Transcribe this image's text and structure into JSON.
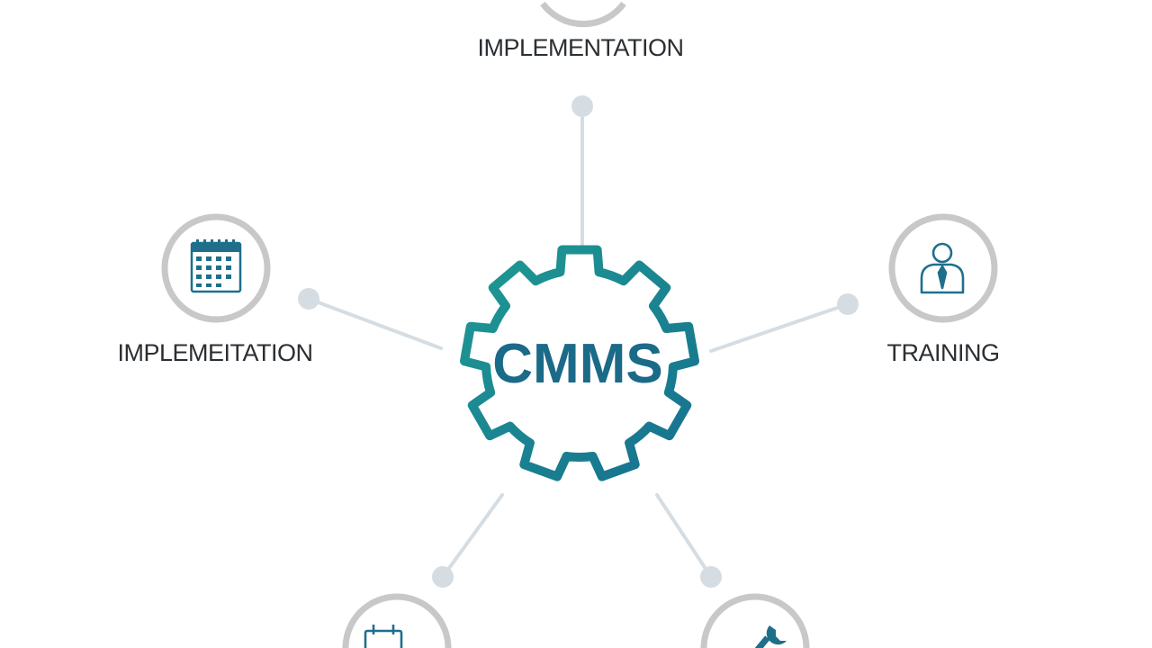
{
  "center": {
    "label": "CMMS"
  },
  "nodes": [
    {
      "id": "top",
      "label": "IMPLEMENTATION",
      "icon": "circle-node-icon"
    },
    {
      "id": "left",
      "label": "IMPLEMEITATION",
      "icon": "calendar-grid-icon"
    },
    {
      "id": "right",
      "label": "TRAINING",
      "icon": "person-tie-icon"
    },
    {
      "id": "bottom-left",
      "label": "",
      "icon": "calendar-icon"
    },
    {
      "id": "bottom-right",
      "label": "",
      "icon": "wrench-icon"
    }
  ],
  "colors": {
    "gear": "#17808f",
    "gear_text": "#1a6a88",
    "icon": "#1f6f8b",
    "ring": "#c8c8c8",
    "connector": "#d5dde3"
  }
}
